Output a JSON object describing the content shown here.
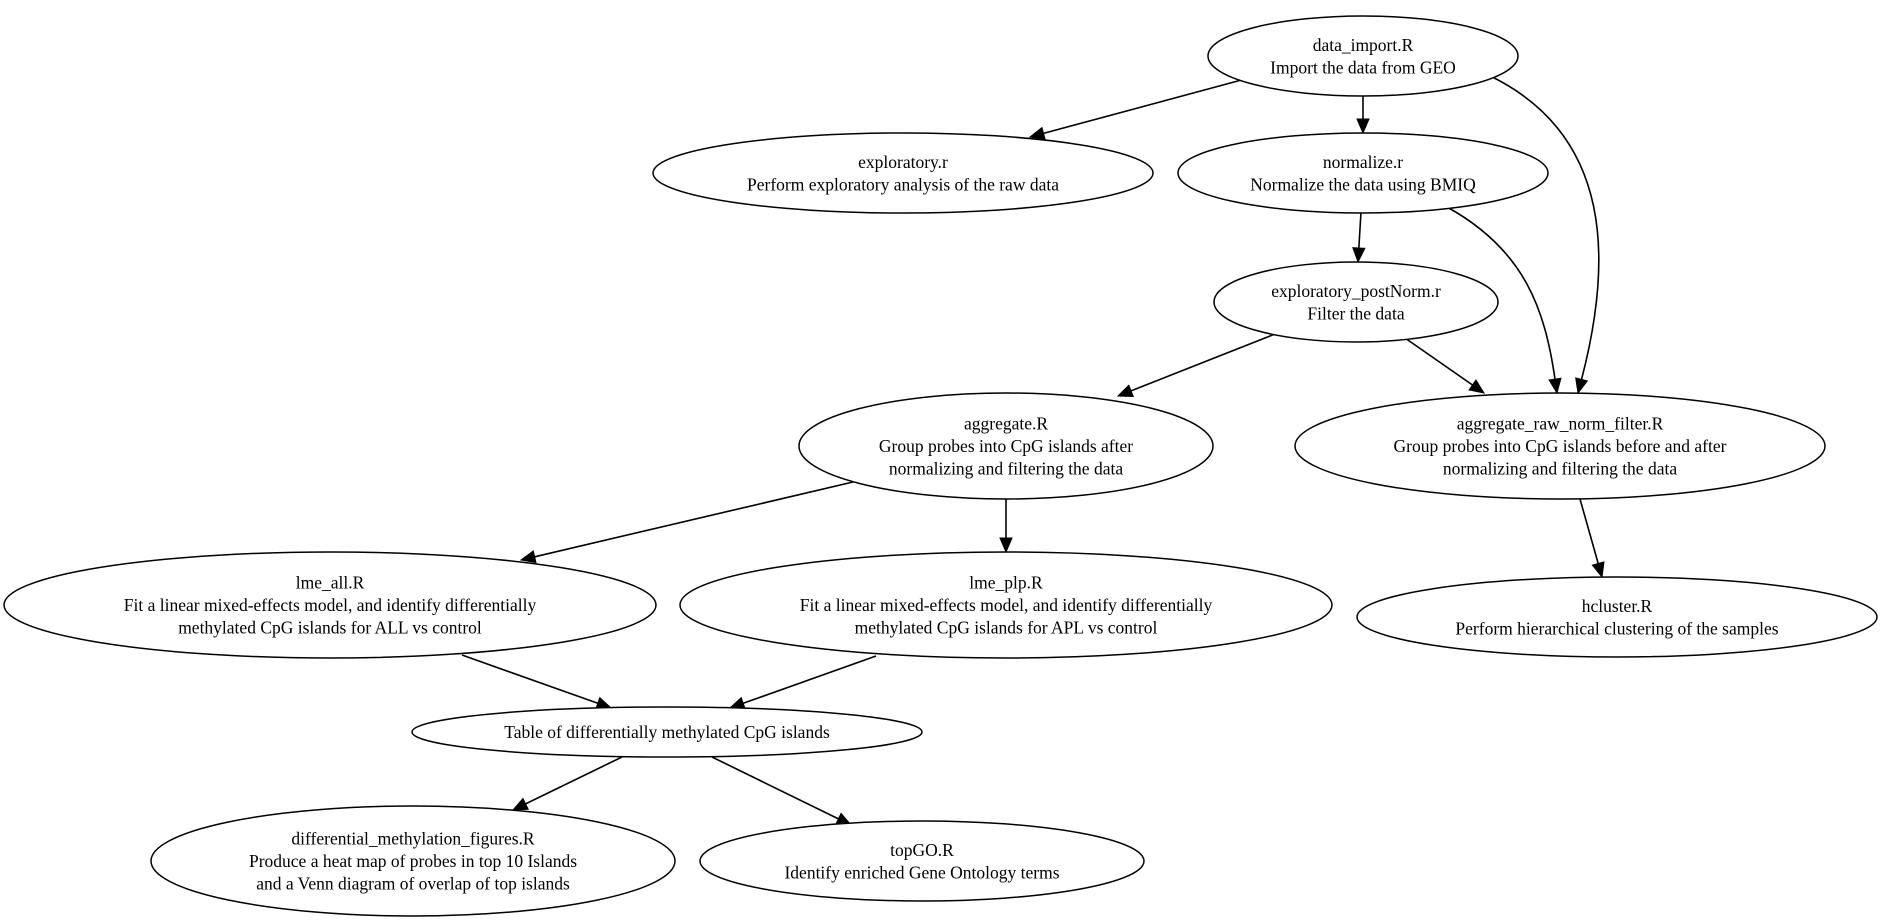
{
  "nodes": [
    {
      "id": "data_import",
      "lines": [
        "data_import.R",
        "Import the data from GEO"
      ]
    },
    {
      "id": "exploratory",
      "lines": [
        "exploratory.r",
        "Perform exploratory analysis of the raw data"
      ]
    },
    {
      "id": "normalize",
      "lines": [
        "normalize.r",
        "Normalize the data using BMIQ"
      ]
    },
    {
      "id": "exploratory_postNorm",
      "lines": [
        "exploratory_postNorm.r",
        "Filter the data"
      ]
    },
    {
      "id": "aggregate",
      "lines": [
        "aggregate.R",
        "Group probes into CpG islands after",
        "normalizing and filtering the data"
      ]
    },
    {
      "id": "aggregate_raw_norm_filter",
      "lines": [
        "aggregate_raw_norm_filter.R",
        "Group probes into CpG islands before and after",
        "normalizing and filtering the data"
      ]
    },
    {
      "id": "lme_all",
      "lines": [
        "lme_all.R",
        "Fit a linear mixed-effects model, and identify differentially",
        "methylated CpG islands for ALL vs control"
      ]
    },
    {
      "id": "lme_plp",
      "lines": [
        "lme_plp.R",
        "Fit a linear mixed-effects model, and identify differentially",
        "methylated CpG islands for APL vs control"
      ]
    },
    {
      "id": "hcluster",
      "lines": [
        "hcluster.R",
        "Perform hierarchical clustering of the samples"
      ]
    },
    {
      "id": "table",
      "lines": [
        "Table of differentially methylated CpG islands"
      ]
    },
    {
      "id": "diff_figures",
      "lines": [
        "differential_methylation_figures.R",
        "Produce a heat map of probes in top 10 Islands",
        "and a Venn diagram of overlap of top islands"
      ]
    },
    {
      "id": "topGO",
      "lines": [
        "topGO.R",
        "Identify enriched Gene Ontology terms"
      ]
    }
  ],
  "edges": [
    {
      "from": "data_import",
      "to": "exploratory"
    },
    {
      "from": "data_import",
      "to": "normalize"
    },
    {
      "from": "data_import",
      "to": "aggregate_raw_norm_filter"
    },
    {
      "from": "normalize",
      "to": "exploratory_postNorm"
    },
    {
      "from": "normalize",
      "to": "aggregate_raw_norm_filter"
    },
    {
      "from": "exploratory_postNorm",
      "to": "aggregate"
    },
    {
      "from": "exploratory_postNorm",
      "to": "aggregate_raw_norm_filter"
    },
    {
      "from": "aggregate",
      "to": "lme_all"
    },
    {
      "from": "aggregate",
      "to": "lme_plp"
    },
    {
      "from": "aggregate_raw_norm_filter",
      "to": "hcluster"
    },
    {
      "from": "lme_all",
      "to": "table"
    },
    {
      "from": "lme_plp",
      "to": "table"
    },
    {
      "from": "table",
      "to": "diff_figures"
    },
    {
      "from": "table",
      "to": "topGO"
    }
  ]
}
